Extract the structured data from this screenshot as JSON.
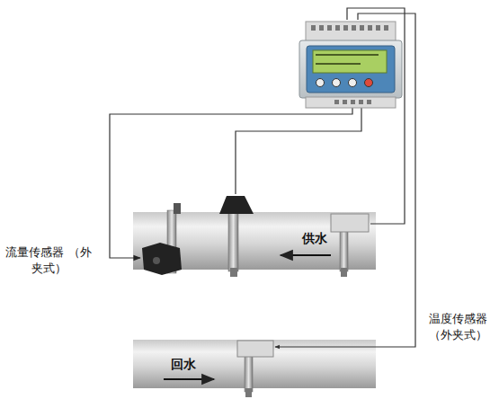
{
  "diagram": {
    "labels": [
      "流量传感器 （外夹式）",
      "供水",
      "温度传感器 （外夹式）",
      "回水"
    ]
  }
}
